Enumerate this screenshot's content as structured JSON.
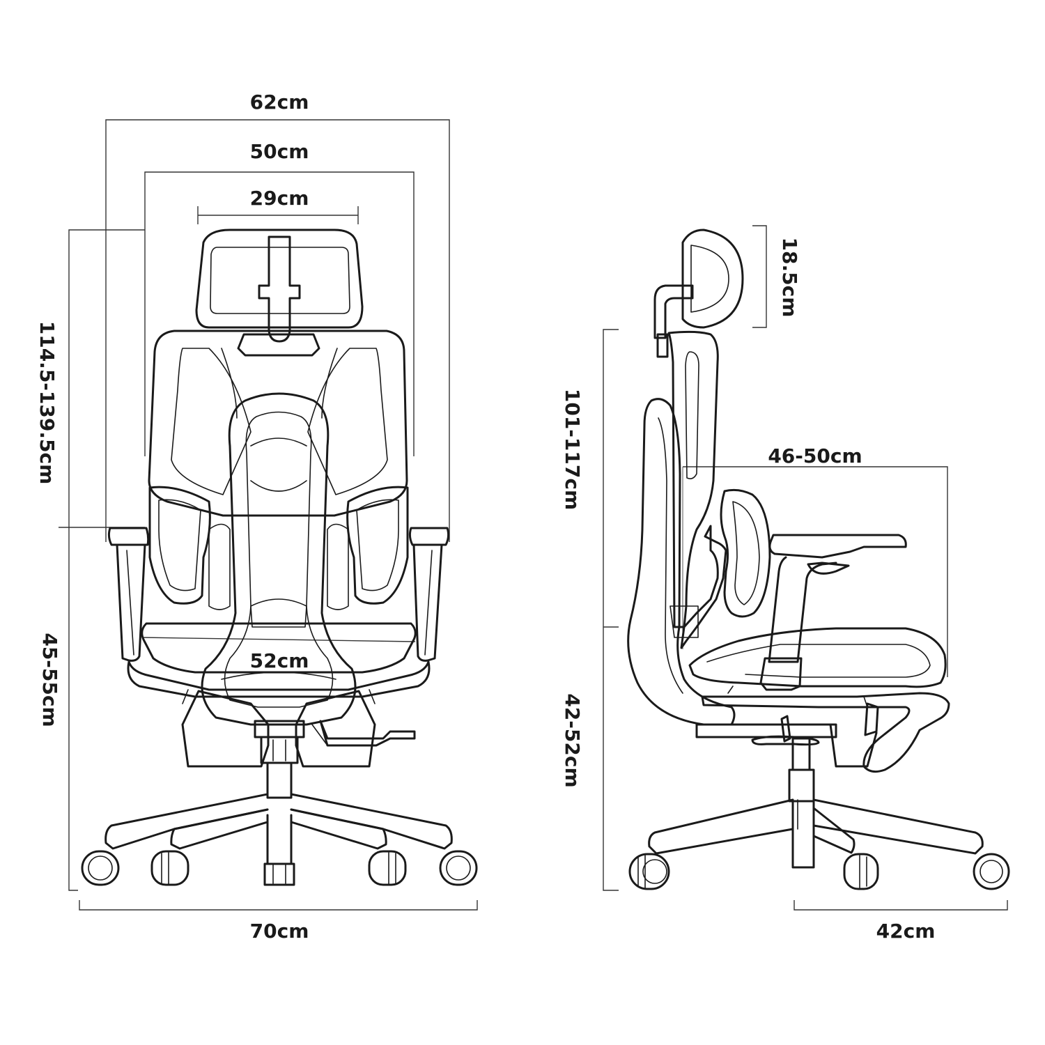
{
  "front_view": {
    "overall_width_top": "62cm",
    "backrest_width": "50cm",
    "headrest_width": "29cm",
    "seat_width": "52cm",
    "total_height": "114.5-139.5cm",
    "armrest_height": "45-55cm",
    "base_width": "70cm"
  },
  "side_view": {
    "headrest_height": "18.5cm",
    "backrest_height": "101-117cm",
    "seat_depth": "46-50cm",
    "seat_height": "42-52cm",
    "base_depth": "42cm"
  },
  "colors": {
    "line": "#1a1a1a",
    "background": "#ffffff"
  }
}
